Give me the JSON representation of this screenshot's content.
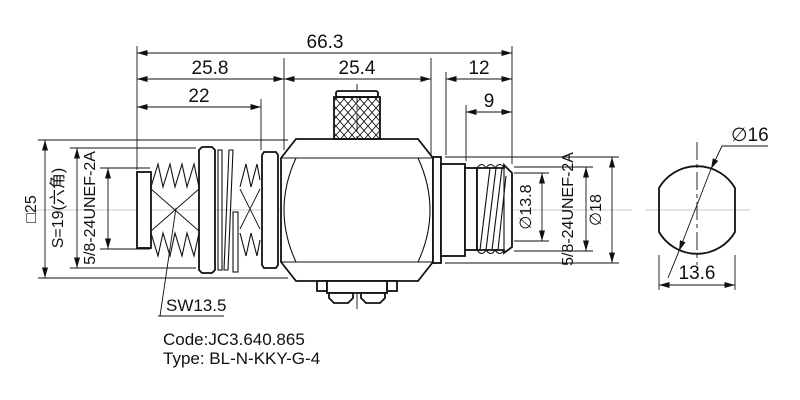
{
  "drawing": {
    "dims": {
      "total_length": "66.3",
      "left_section": "25.8",
      "body_section": "25.4",
      "right_section": "12",
      "left_thread_length": "22",
      "right_thread_length": "9",
      "body_square": "□25",
      "hex_size": "S=19(六角)",
      "left_thread_spec": "5/8-24UNEF-2A",
      "right_thread_spec": "5/8-24UNEF-2A",
      "thread_minor_dia": "∅13.8",
      "right_outer_dia": "∅18",
      "end_view_dia": "∅16",
      "end_view_flat": "13.6",
      "wrench_size": "SW13.5"
    },
    "notes": {
      "code": "Code:JC3.640.865",
      "type": "Type: BL-N-KKY-G-4"
    },
    "colors": {
      "line": "#111111",
      "centerline": "#c9c9c9",
      "background": "#ffffff"
    }
  }
}
